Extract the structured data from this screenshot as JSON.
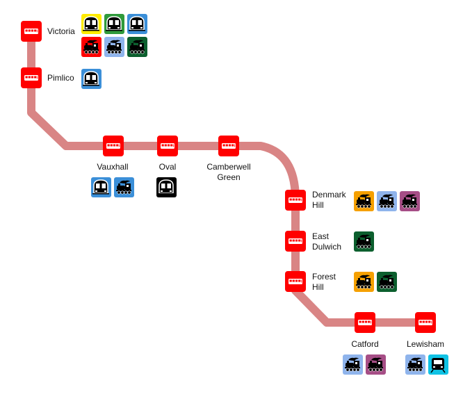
{
  "route": {
    "color": "#d98585",
    "stations": [
      {
        "id": "victoria",
        "name_lines": [
          "Victoria"
        ],
        "connections": [
          "underground-yellow",
          "underground-green",
          "underground-blue",
          "rail-red",
          "rail-lightblue",
          "rail-darkgreen"
        ]
      },
      {
        "id": "pimlico",
        "name_lines": [
          "Pimlico"
        ],
        "connections": [
          "underground-blue"
        ]
      },
      {
        "id": "vauxhall",
        "name_lines": [
          "Vauxhall"
        ],
        "connections": [
          "underground-blue",
          "rail-blue"
        ]
      },
      {
        "id": "oval",
        "name_lines": [
          "Oval"
        ],
        "connections": [
          "underground-black"
        ]
      },
      {
        "id": "camberwell-green",
        "name_lines": [
          "Camberwell",
          "Green"
        ],
        "connections": []
      },
      {
        "id": "denmark-hill",
        "name_lines": [
          "Denmark",
          "Hill"
        ],
        "connections": [
          "rail-orange",
          "rail-lightblue",
          "rail-purple"
        ]
      },
      {
        "id": "east-dulwich",
        "name_lines": [
          "East",
          "Dulwich"
        ],
        "connections": [
          "rail-darkgreen"
        ]
      },
      {
        "id": "forest-hill",
        "name_lines": [
          "Forest",
          "Hill"
        ],
        "connections": [
          "rail-orange",
          "rail-darkgreen"
        ]
      },
      {
        "id": "catford",
        "name_lines": [
          "Catford"
        ],
        "connections": [
          "rail-lightblue",
          "rail-purple"
        ]
      },
      {
        "id": "lewisham",
        "name_lines": [
          "Lewisham"
        ],
        "connections": [
          "rail-lightblue",
          "dlr-cyan"
        ]
      }
    ]
  },
  "colors": {
    "bus_stop": "#ff0000",
    "underground-yellow": "#ffeb00",
    "underground-green": "#2f9a3b",
    "underground-blue": "#3b8fd8",
    "underground-black": "#000000",
    "rail-red": "#ff0000",
    "rail-lightblue": "#8fb4ec",
    "rail-blue": "#3b8fd8",
    "rail-darkgreen": "#0c5f2e",
    "rail-orange": "#f5a000",
    "rail-purple": "#a64e86",
    "dlr-cyan": "#10c2e4"
  },
  "icons": {
    "stop": "bus-icon",
    "underground": "underground-train-icon",
    "rail": "steam-train-icon",
    "dlr": "dlr-train-icon"
  }
}
